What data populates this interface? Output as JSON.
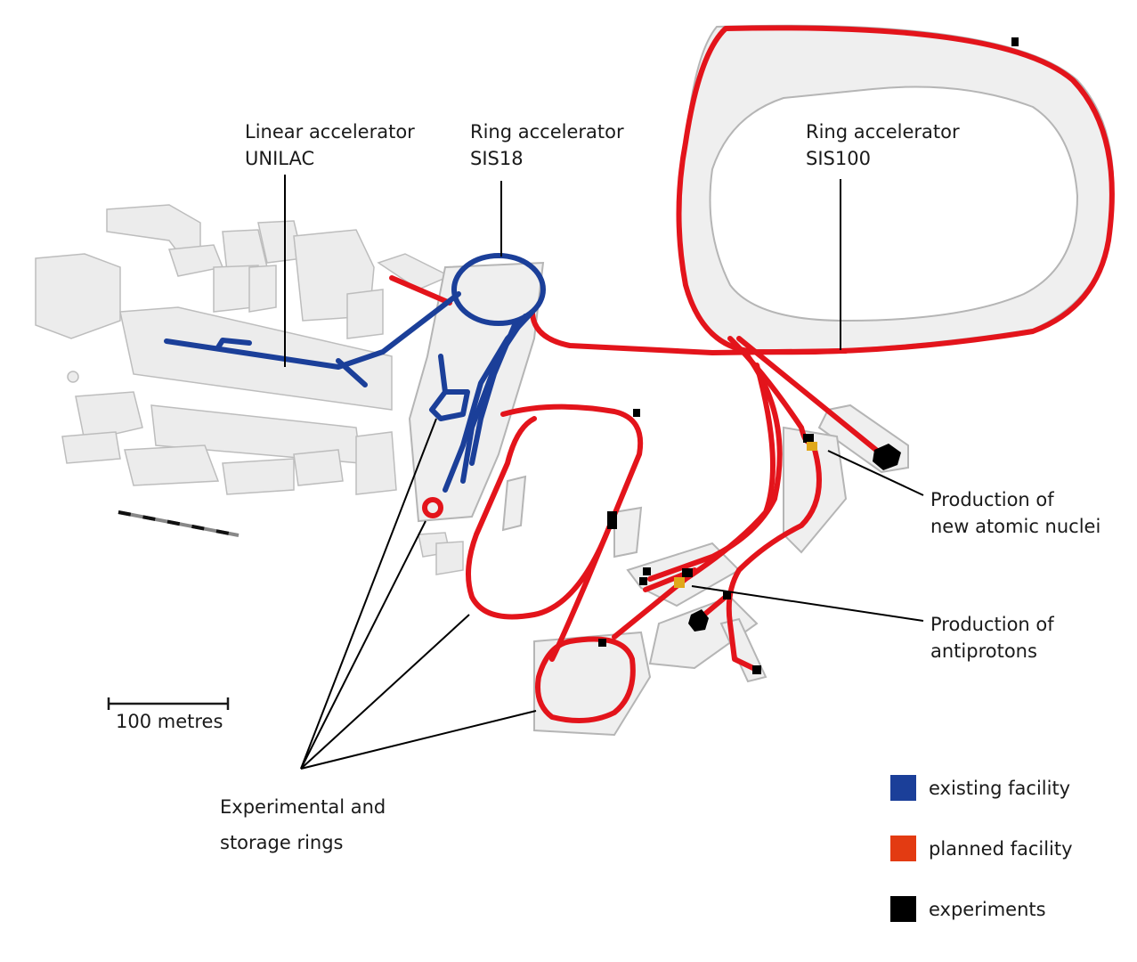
{
  "title": "FAIR accelerator facility overview",
  "colors": {
    "existing": "#1b3f99",
    "planned": "#e3141b",
    "planned_legend": "#e33b12",
    "experiments": "#000000",
    "target": "#e0a81a",
    "building": "#ececec",
    "building_shadow": "#b9b9b9",
    "leader": "#000000"
  },
  "labels": {
    "unilac": {
      "line1": "Linear accelerator",
      "line2": "UNILAC"
    },
    "sis18": {
      "line1": "Ring accelerator",
      "line2": "SIS18"
    },
    "sis100": {
      "line1": "Ring accelerator",
      "line2": "SIS100"
    },
    "nuclei": {
      "line1": "Production of",
      "line2": "new atomic nuclei"
    },
    "antiprotons": {
      "line1": "Production of",
      "line2": "antiprotons"
    },
    "rings": {
      "line1": "Experimental and",
      "line2": "storage rings"
    }
  },
  "scale": {
    "label": "100 metres",
    "value": 100,
    "unit": "metres"
  },
  "legend": [
    {
      "label": "existing facility",
      "color": "#1b3f99"
    },
    {
      "label": "planned facility",
      "color": "#e33b12"
    },
    {
      "label": "experiments",
      "color": "#000000"
    }
  ]
}
